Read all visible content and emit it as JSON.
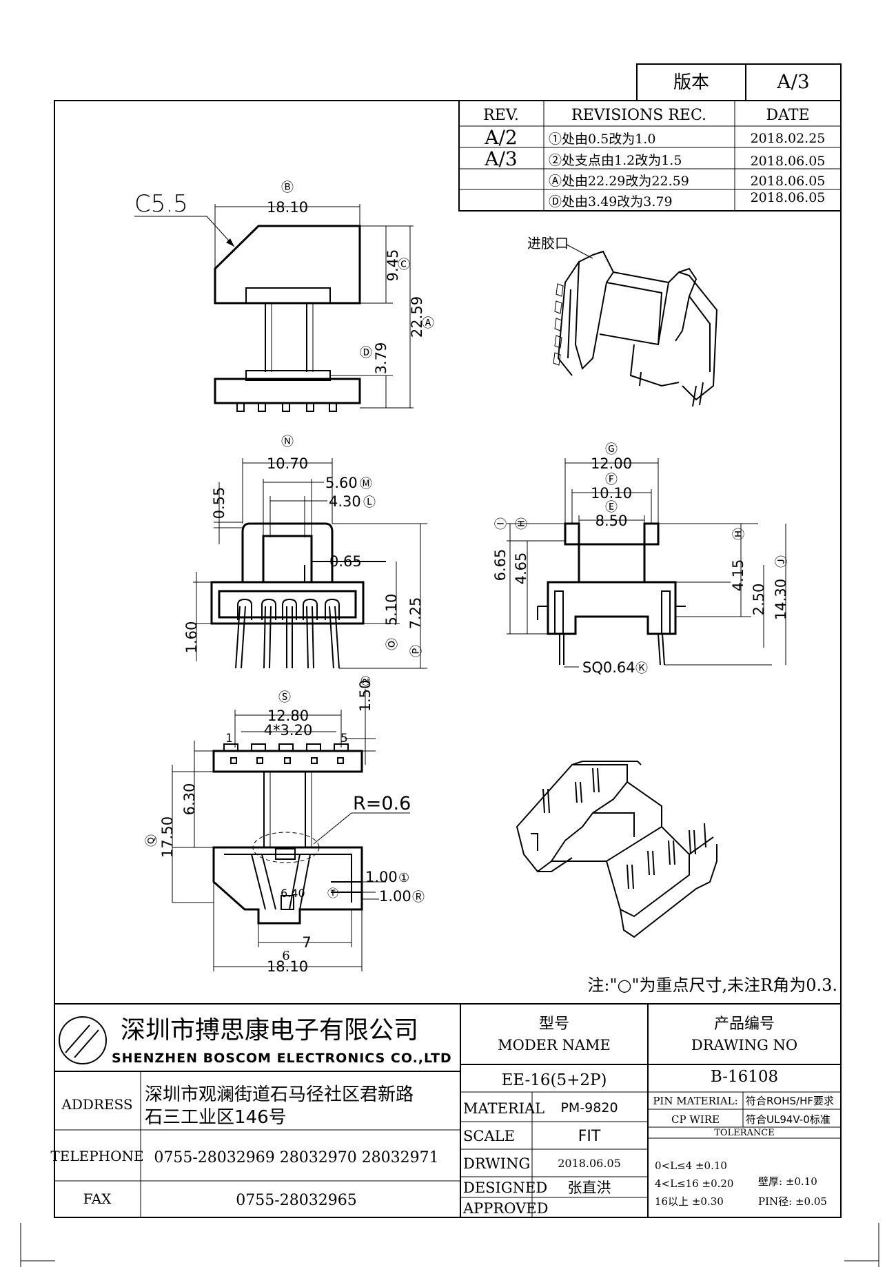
{
  "version_box": {
    "label": "版本",
    "value": "A/3"
  },
  "revisions": {
    "headers": [
      "REV.",
      "REVISIONS REC.",
      "DATE"
    ],
    "rows": [
      {
        "rev": "A/2",
        "rec": "①处由0.5改为1.0",
        "date": "2018.02.25"
      },
      {
        "rev": "A/3",
        "rec": "②处支点由1.2改为1.5",
        "date": "2018.06.05"
      },
      {
        "rev": "",
        "rec": "Ⓐ处由22.29改为22.59",
        "date": "2018.06.05"
      },
      {
        "rev": "",
        "rec": "Ⓓ处由3.49改为3.79",
        "date": "2018.06.05"
      }
    ]
  },
  "drawing_labels": {
    "chamfer": "C5.5",
    "inlet": "进胶口",
    "radius": "R=0.6",
    "note": "注:\"○\"为重点尺寸,未注R角为0.3."
  },
  "dims": {
    "top_view": [
      "Ⓑ",
      "18.10",
      "9.45",
      "Ⓒ",
      "22.59",
      "Ⓐ",
      "Ⓓ",
      "3.79"
    ],
    "front_view": [
      "Ⓝ",
      "10.70",
      "5.60",
      "Ⓜ",
      "4.30",
      "Ⓛ",
      "0.55",
      "0.65",
      "1.60",
      "5.10",
      "Ⓞ",
      "7.25",
      "Ⓟ"
    ],
    "side_view": [
      "Ⓖ",
      "12.00",
      "Ⓕ",
      "10.10",
      "Ⓔ",
      "8.50",
      "Ⓘ",
      "Ⓗ",
      "6.65",
      "4.65",
      "4.15",
      "Ⓗ",
      "2.50",
      "14.30",
      "Ⓙ",
      "SQ0.64",
      "Ⓚ"
    ],
    "bottom_view": [
      "Ⓢ",
      "12.80",
      "4*3.20",
      "1.50",
      "②",
      "1",
      "5",
      "6.30",
      "Ⓠ",
      "17.50",
      "1.00",
      "①",
      "1.00",
      "Ⓡ",
      "7",
      "6",
      "6.40",
      "Ⓣ",
      "18.10"
    ]
  },
  "title_block": {
    "company_cn": "深圳市搏思康电子有限公司",
    "company_en": "SHENZHEN BOSCOM ELECTRONICS CO.,LTD",
    "model_cn": "型号",
    "model_en": "MODER NAME",
    "model_value": "EE-16(5+2P)",
    "drawing_cn": "产品编号",
    "drawing_en": "DRAWING NO",
    "drawing_value": "B-16108",
    "address_label": "ADDRESS",
    "address_line1": "深圳市观澜街道石马径社区君新路",
    "address_line2": "石三工业区146号",
    "telephone_label": "TELEPHONE",
    "telephone_value": "0755-28032969 28032970 28032971",
    "fax_label": "FAX",
    "fax_value": "0755-28032965",
    "material_label": "MATERIAL",
    "material_value": "PM-9820",
    "scale_label": "SCALE",
    "scale_value": "FIT",
    "drawing_label": "DRWING",
    "drawing_date": "2018.06.05",
    "designed_label": "DESIGNED",
    "designed_value": "张直洪",
    "approved_label": "APPROVED",
    "pin_material_label": "PIN MATERIAL:",
    "pin_material_value": "CP WIRE",
    "rohs": "符合ROHS/HF要求",
    "ul": "符合UL94V-0标准",
    "tolerance_label": "TOLERANCE",
    "tol1": "0<L≤4  ±0.10",
    "tol2": "4<L≤16 ±0.20",
    "tol3": "16以上     ±0.30",
    "wall": "壁厚:  ±0.10",
    "pin_dia": "PIN径: ±0.05"
  }
}
